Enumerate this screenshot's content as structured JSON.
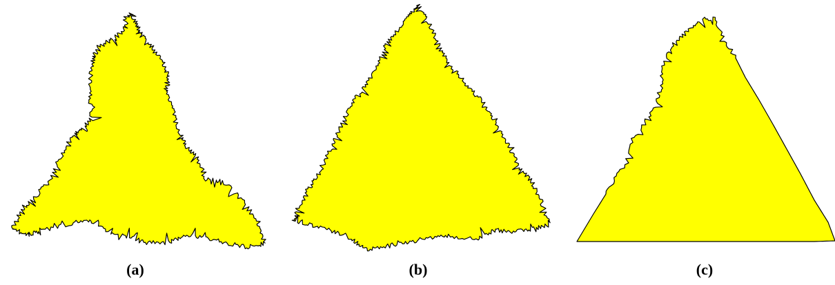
{
  "colors": {
    "fill": "#ffff00",
    "stroke": "#000000",
    "background": "#ffffff"
  },
  "panels": [
    {
      "label": "(a)",
      "shape": "fractal-triangle"
    },
    {
      "label": "(b)",
      "shape": "fractal-triangle"
    },
    {
      "label": "(c)",
      "shape": "triangle-partially-fractal"
    }
  ]
}
